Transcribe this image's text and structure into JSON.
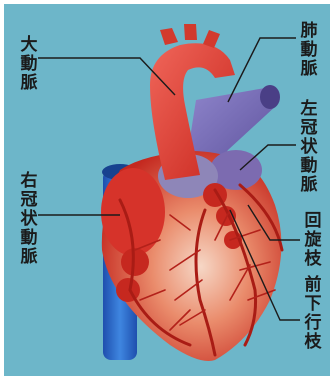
{
  "labels": {
    "aorta": "大動脈",
    "pulmonary_artery": "肺動脈",
    "left_coronary": "左冠状動脈",
    "right_coronary": "右冠状動脈",
    "circumflex": "回旋枝",
    "anterior_descending": "前下行枝"
  },
  "colors": {
    "background": "#6db6c9",
    "heart": "#d93a2b",
    "vessel_vein": "#2f6fcf",
    "vessel_pulmonary": "#7a6fb2",
    "coronary": "#b3211a"
  }
}
